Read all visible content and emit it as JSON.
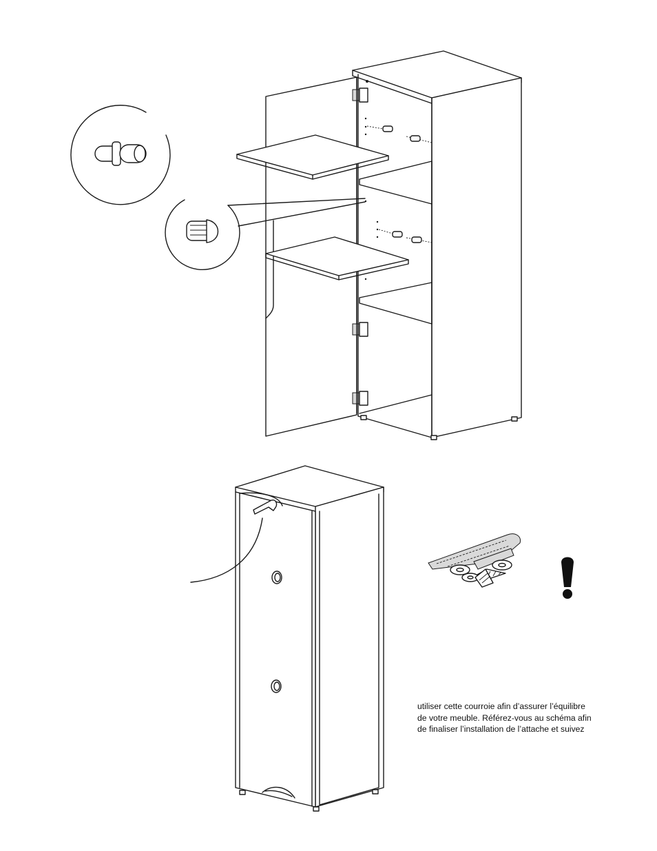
{
  "instruction": {
    "lines": [
      "utiliser cette courroie afin d’assurer l’équilibre",
      "de votre meuble.  Référez-vous au schéma afin",
      "de finaliser l’installation de l’attache et suivez"
    ]
  },
  "icons": {
    "warning": "exclamation-icon",
    "kit": "anti-tip-strap-kit-icon",
    "shelf_pin": "shelf-pin-icon",
    "shelf_support": "shelf-support-icon"
  },
  "colors": {
    "line": "#1a1a1a",
    "background": "#ffffff"
  }
}
